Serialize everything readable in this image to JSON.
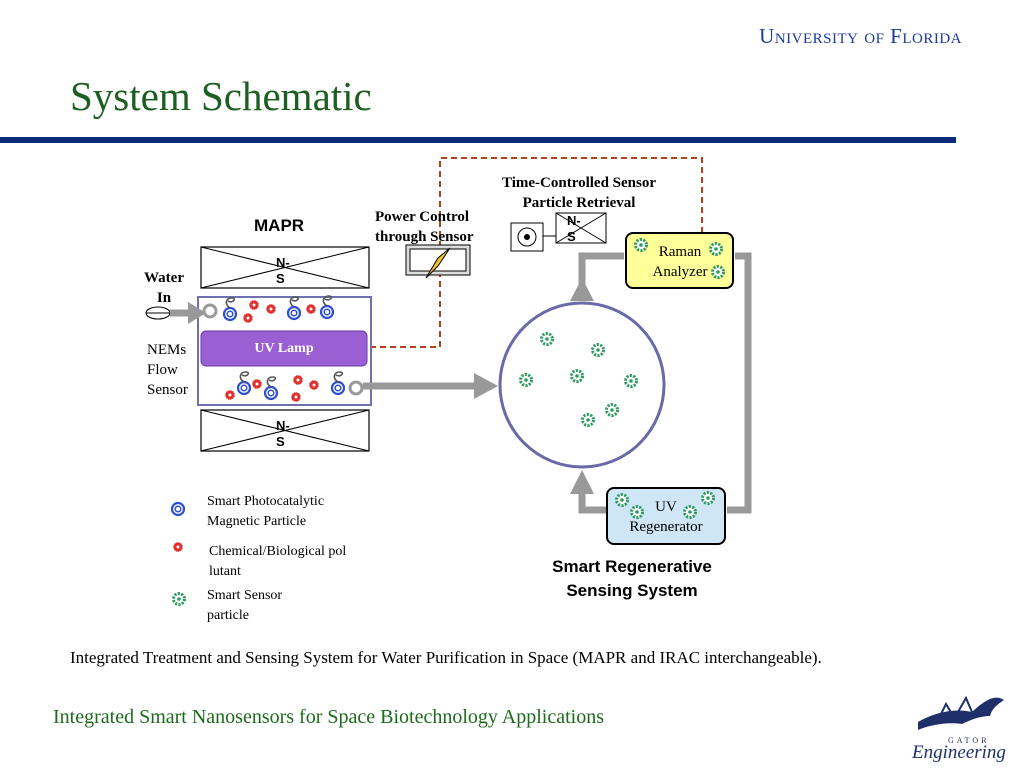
{
  "header": {
    "university": "University of Florida",
    "title": "System Schematic"
  },
  "diagram": {
    "mapr_label": "MAPR",
    "magnet_label": "N-S",
    "water_in": "Water In",
    "nems_label": "NEMs Flow Sensor",
    "uv_lamp": "UV Lamp",
    "power_control": "Power Control through Sensor",
    "time_controlled": "Time-Controlled Sensor Particle Retrieval",
    "raman": "Raman Analyzer",
    "uv_regenerator": "UV Regenerator",
    "system_name": "Smart Regenerative Sensing System",
    "colors": {
      "magnetic_particle": "#2d4fd6",
      "pollutant": "#e03030",
      "sensor_particle": "#2e9c62",
      "uv_lamp": "#9a5fd2",
      "raman_fill": "#ffff99",
      "regenerator_fill": "#cfe6f7",
      "dashed_line": "#b0411b"
    }
  },
  "legend": [
    {
      "icon": "smart-photocatalytic-particle-icon",
      "text": "Smart Photocatalytic Magnetic Particle"
    },
    {
      "icon": "pollutant-icon",
      "text": "Chemical/Biological pollutant"
    },
    {
      "icon": "smart-sensor-particle-icon",
      "text": "Smart Sensor particle"
    }
  ],
  "caption": "Integrated Treatment and Sensing System for Water Purification in Space (MAPR and IRAC interchangeable).",
  "footer": "Integrated Smart Nanosensors for Space Biotechnology Applications",
  "logo": {
    "top": "GATOR",
    "bottom": "Engineering"
  }
}
